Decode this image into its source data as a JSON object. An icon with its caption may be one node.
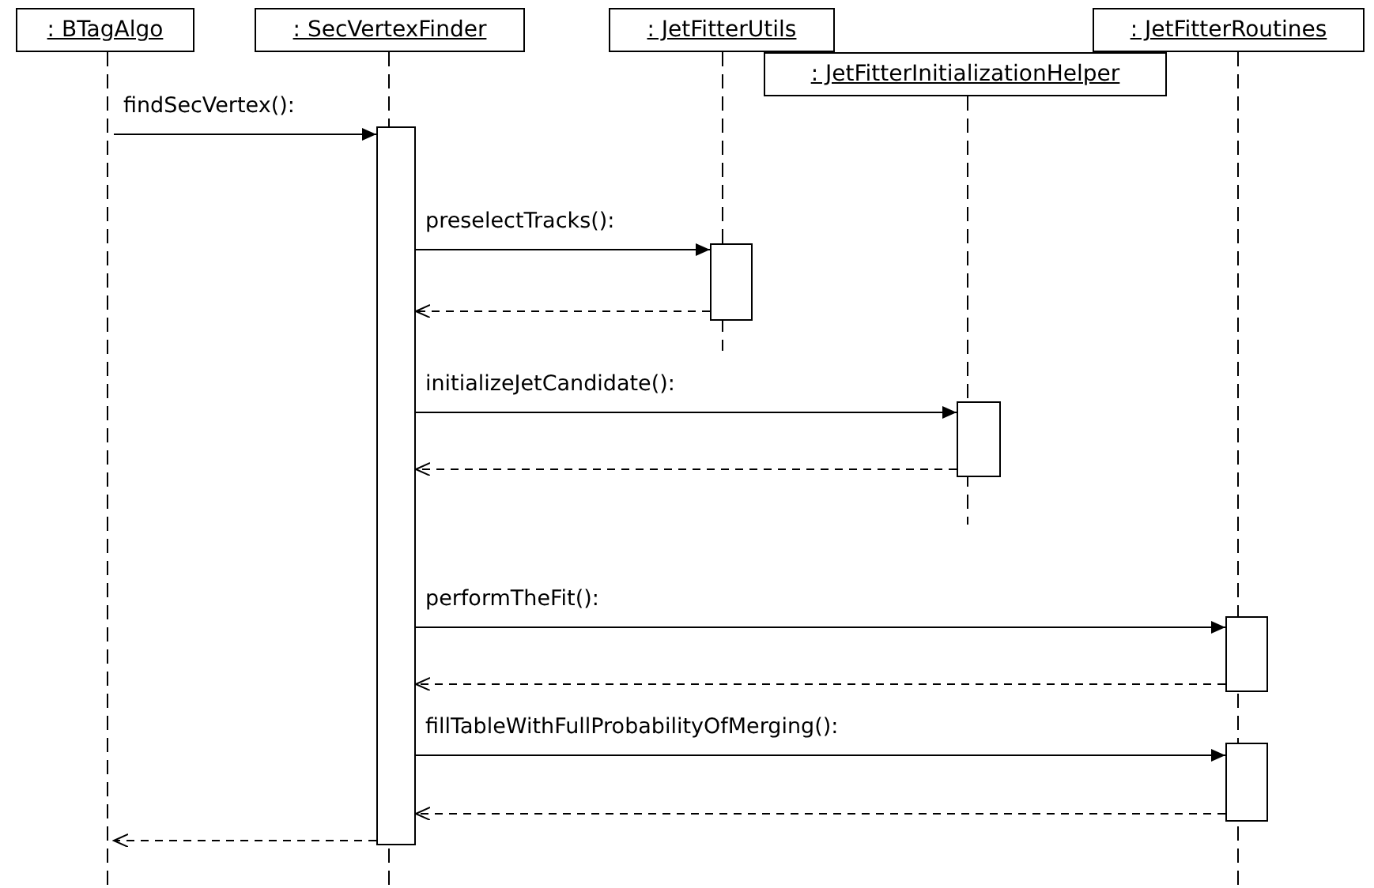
{
  "diagram": {
    "nodes": [
      {
        "text": [
          ": BTagAlgo"
        ]
      },
      {
        "text": [
          ": SecVertexFinder"
        ]
      },
      {
        "text": [
          ": JetFitterUtils"
        ]
      },
      {
        "text": [
          ": JetFitterInitializationHelper"
        ]
      },
      {
        "text": [
          ": JetFitterRoutines"
        ]
      },
      {
        "text": [],
        "shape": "bar"
      },
      {
        "text": [],
        "shape": "bar"
      },
      {
        "text": [],
        "shape": "bar"
      },
      {
        "text": [],
        "shape": "bar"
      },
      {
        "text": [],
        "shape": "bar"
      }
    ],
    "edges": [
      {
        "from": null,
        "to": 5,
        "arrow": "to",
        "label": "findSecVertex():"
      },
      {
        "from": 5,
        "to": 6,
        "arrow": "to",
        "label": "preselectTracks():"
      },
      {
        "from": 6,
        "to": 5,
        "arrow": "to",
        "style": "dashed"
      },
      {
        "from": 5,
        "to": 7,
        "arrow": "to",
        "label": "initializeJetCandidate():"
      },
      {
        "from": 7,
        "to": 5,
        "arrow": "to",
        "style": "dashed"
      },
      {
        "from": 5,
        "to": 8,
        "arrow": "to",
        "label": "performTheFit():"
      },
      {
        "from": 8,
        "to": 5,
        "arrow": "to",
        "style": "dashed"
      },
      {
        "from": 5,
        "to": 9,
        "arrow": "to",
        "label": "fillTableWithFullProbabilityOfMerging():"
      },
      {
        "from": 9,
        "to": 5,
        "arrow": "to",
        "style": "dashed"
      },
      {
        "from": 5,
        "to": null,
        "arrow": "to",
        "style": "dashed"
      }
    ]
  }
}
